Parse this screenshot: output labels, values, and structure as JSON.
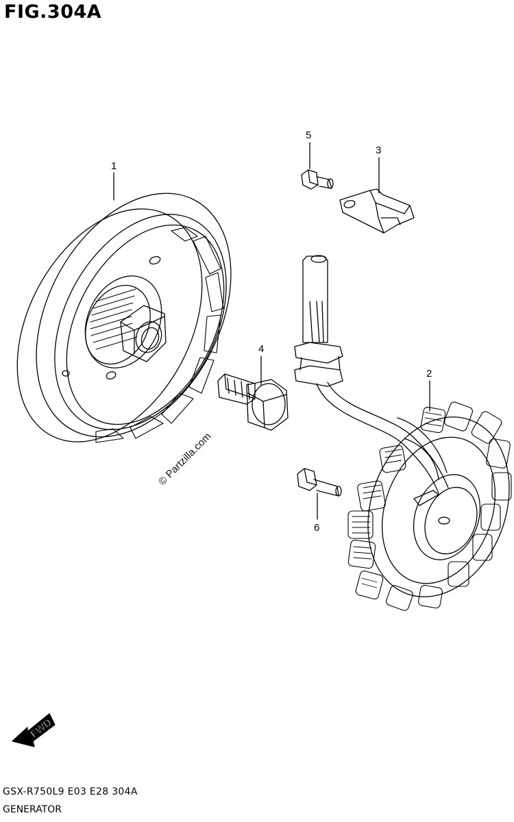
{
  "figure": {
    "title": "FIG.304A",
    "watermark": "© Partzilla.com",
    "footer_code": "GSX-R750L9  E03  E28  304A",
    "footer_name": "GENERATOR",
    "fwd_label": "FWD"
  },
  "parts": [
    {
      "ref": "1",
      "icon": "rotor-flywheel-icon"
    },
    {
      "ref": "2",
      "icon": "stator-coil-icon"
    },
    {
      "ref": "3",
      "icon": "wire-clamp-icon"
    },
    {
      "ref": "4",
      "icon": "rotor-bolt-icon"
    },
    {
      "ref": "5",
      "icon": "clamp-screw-icon"
    },
    {
      "ref": "6",
      "icon": "stator-screw-icon"
    }
  ],
  "colors": {
    "line": "#000000",
    "background": "#ffffff"
  }
}
